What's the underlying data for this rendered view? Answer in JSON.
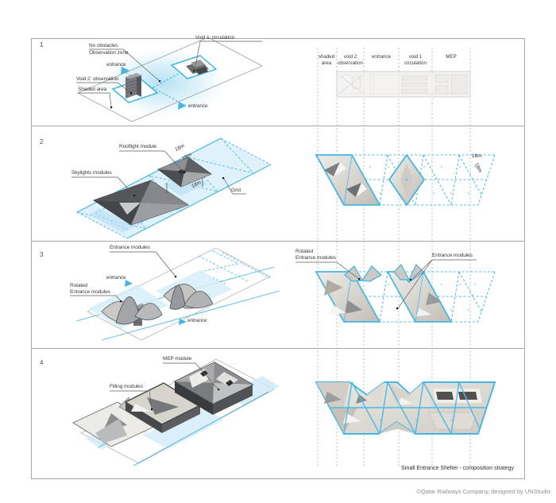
{
  "colors": {
    "accent_cyan": "#45B6E2",
    "grid_cyan": "#57BCE6",
    "glow_blue": "#B5E0F2",
    "module_dark": "#3E3F41",
    "module_mid": "#85878A",
    "module_light": "#D7D4CE",
    "frame_gray": "#A8A8A8",
    "label_gray": "#3A3A3A",
    "copyright_gray": "#8F8F8F"
  },
  "rows": {
    "r1": {
      "number": "1",
      "axon": {
        "no_obstacles_line1": "No obstacles",
        "no_obstacles_line2": "Observation zone",
        "void1": "Void 1: circulation",
        "void2": "Void 2: observation",
        "shaded": "Shaded area",
        "entrance_top": "entrance",
        "entrance_bottom": "entrance"
      },
      "plan": {
        "col1_line1": "shaded",
        "col1_line2": "area",
        "col2_line1": "void 2",
        "col2_line2": "observation",
        "col3": "entrance",
        "col4_line1": "void 1",
        "col4_line2": "circulation",
        "col5": "MEP"
      }
    },
    "r2": {
      "number": "2",
      "axon": {
        "rooflight": "Rooflight module",
        "skylights": "Skylights modules",
        "grid": "Grid",
        "dim_a": "18m",
        "dim_b": "18m",
        "dim_c": "18m"
      },
      "plan": {
        "dim_a": "18m",
        "dim_b": "18m"
      }
    },
    "r3": {
      "number": "3",
      "axon": {
        "entrance_modules": "Entrance modules",
        "rotated_line1": "Rotated",
        "rotated_line2": "Entrance modules",
        "entrance_top": "entrance",
        "entrance_bottom": "entrance"
      },
      "plan": {
        "rotated_line1": "Rotated",
        "rotated_line2": "Entrance modules",
        "entrance_modules": "Entrance modules"
      }
    },
    "r4": {
      "number": "4",
      "axon": {
        "mep": "MEP module",
        "filling": "Filling modules"
      }
    }
  },
  "footer": {
    "caption": "Small Entrance Shelter - composition strategy",
    "copyright": "©Qatar Railways Company, designed by UNStudio"
  }
}
